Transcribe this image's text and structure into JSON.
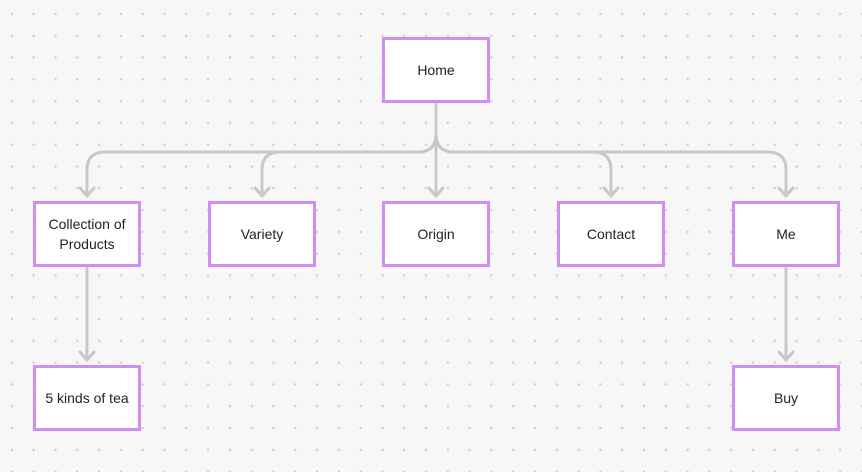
{
  "diagram": {
    "nodes": {
      "home": "Home",
      "products": "Collection of Products",
      "variety": "Variety",
      "origin": "Origin",
      "contact": "Contact",
      "me": "Me",
      "tea": "5 kinds of tea",
      "buy": "Buy"
    },
    "edges": [
      {
        "from": "Home",
        "to": "Collection of Products"
      },
      {
        "from": "Home",
        "to": "Variety"
      },
      {
        "from": "Home",
        "to": "Origin"
      },
      {
        "from": "Home",
        "to": "Contact"
      },
      {
        "from": "Home",
        "to": "Me"
      },
      {
        "from": "Collection of Products",
        "to": "5 kinds of tea"
      },
      {
        "from": "Me",
        "to": "Buy"
      }
    ],
    "colors": {
      "node_border": "#d08ef5",
      "connector": "#c8c8c8",
      "background": "#f7f7f7",
      "dot": "#cfcfcf"
    }
  }
}
